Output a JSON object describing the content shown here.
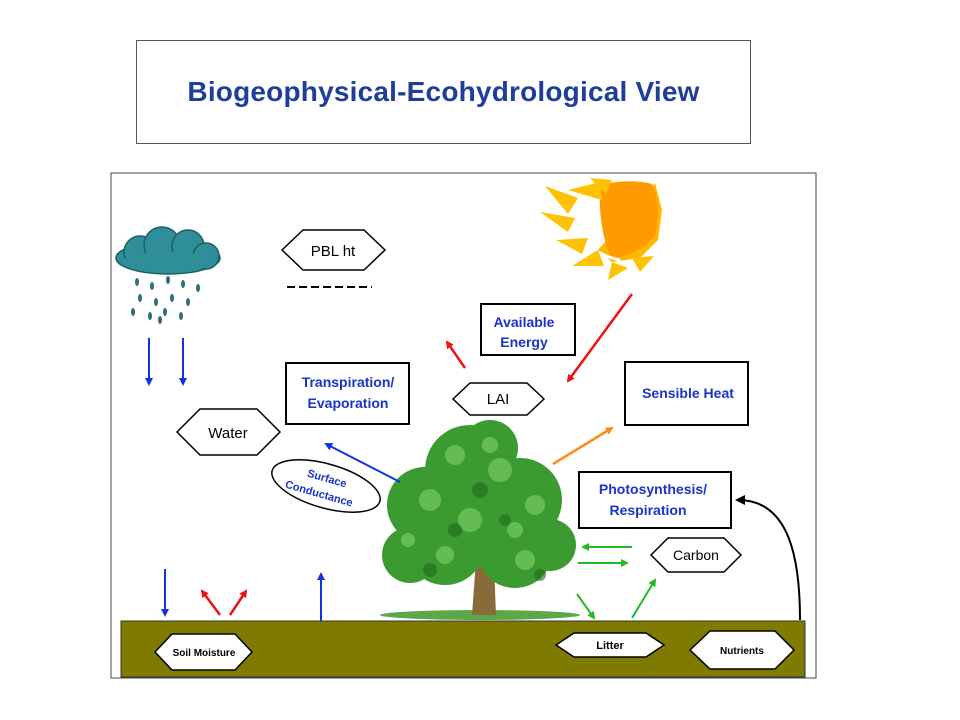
{
  "title": "Biogeophysical-Ecohydrological View",
  "labels": {
    "pbl": "PBL ht",
    "available_energy_line1": "Available",
    "available_energy_line2": "Energy",
    "lai": "LAI",
    "transpiration_line1": "Transpiration/",
    "transpiration_line2": "Evaporation",
    "sensible_heat": "Sensible Heat",
    "water": "Water",
    "surface_conductance_line1": "Surface",
    "surface_conductance_line2": "Conductance",
    "photosynthesis_line1": "Photosynthesis/",
    "photosynthesis_line2": "Respiration",
    "carbon": "Carbon",
    "soil_moisture": "Soil Moisture",
    "litter": "Litter",
    "nutrients": "Nutrients"
  },
  "colors": {
    "title": "#1f3d9b",
    "box_text_blue": "#1a33c8",
    "soil": "#7f7a00",
    "sun": "#ffb800",
    "cloud": "#2f8f98",
    "tree_green": "#3b9a30",
    "arrow_red": "#ee1111",
    "arrow_blue": "#1133dd",
    "arrow_orange": "#ff8c1a",
    "arrow_green": "#22bb22"
  }
}
